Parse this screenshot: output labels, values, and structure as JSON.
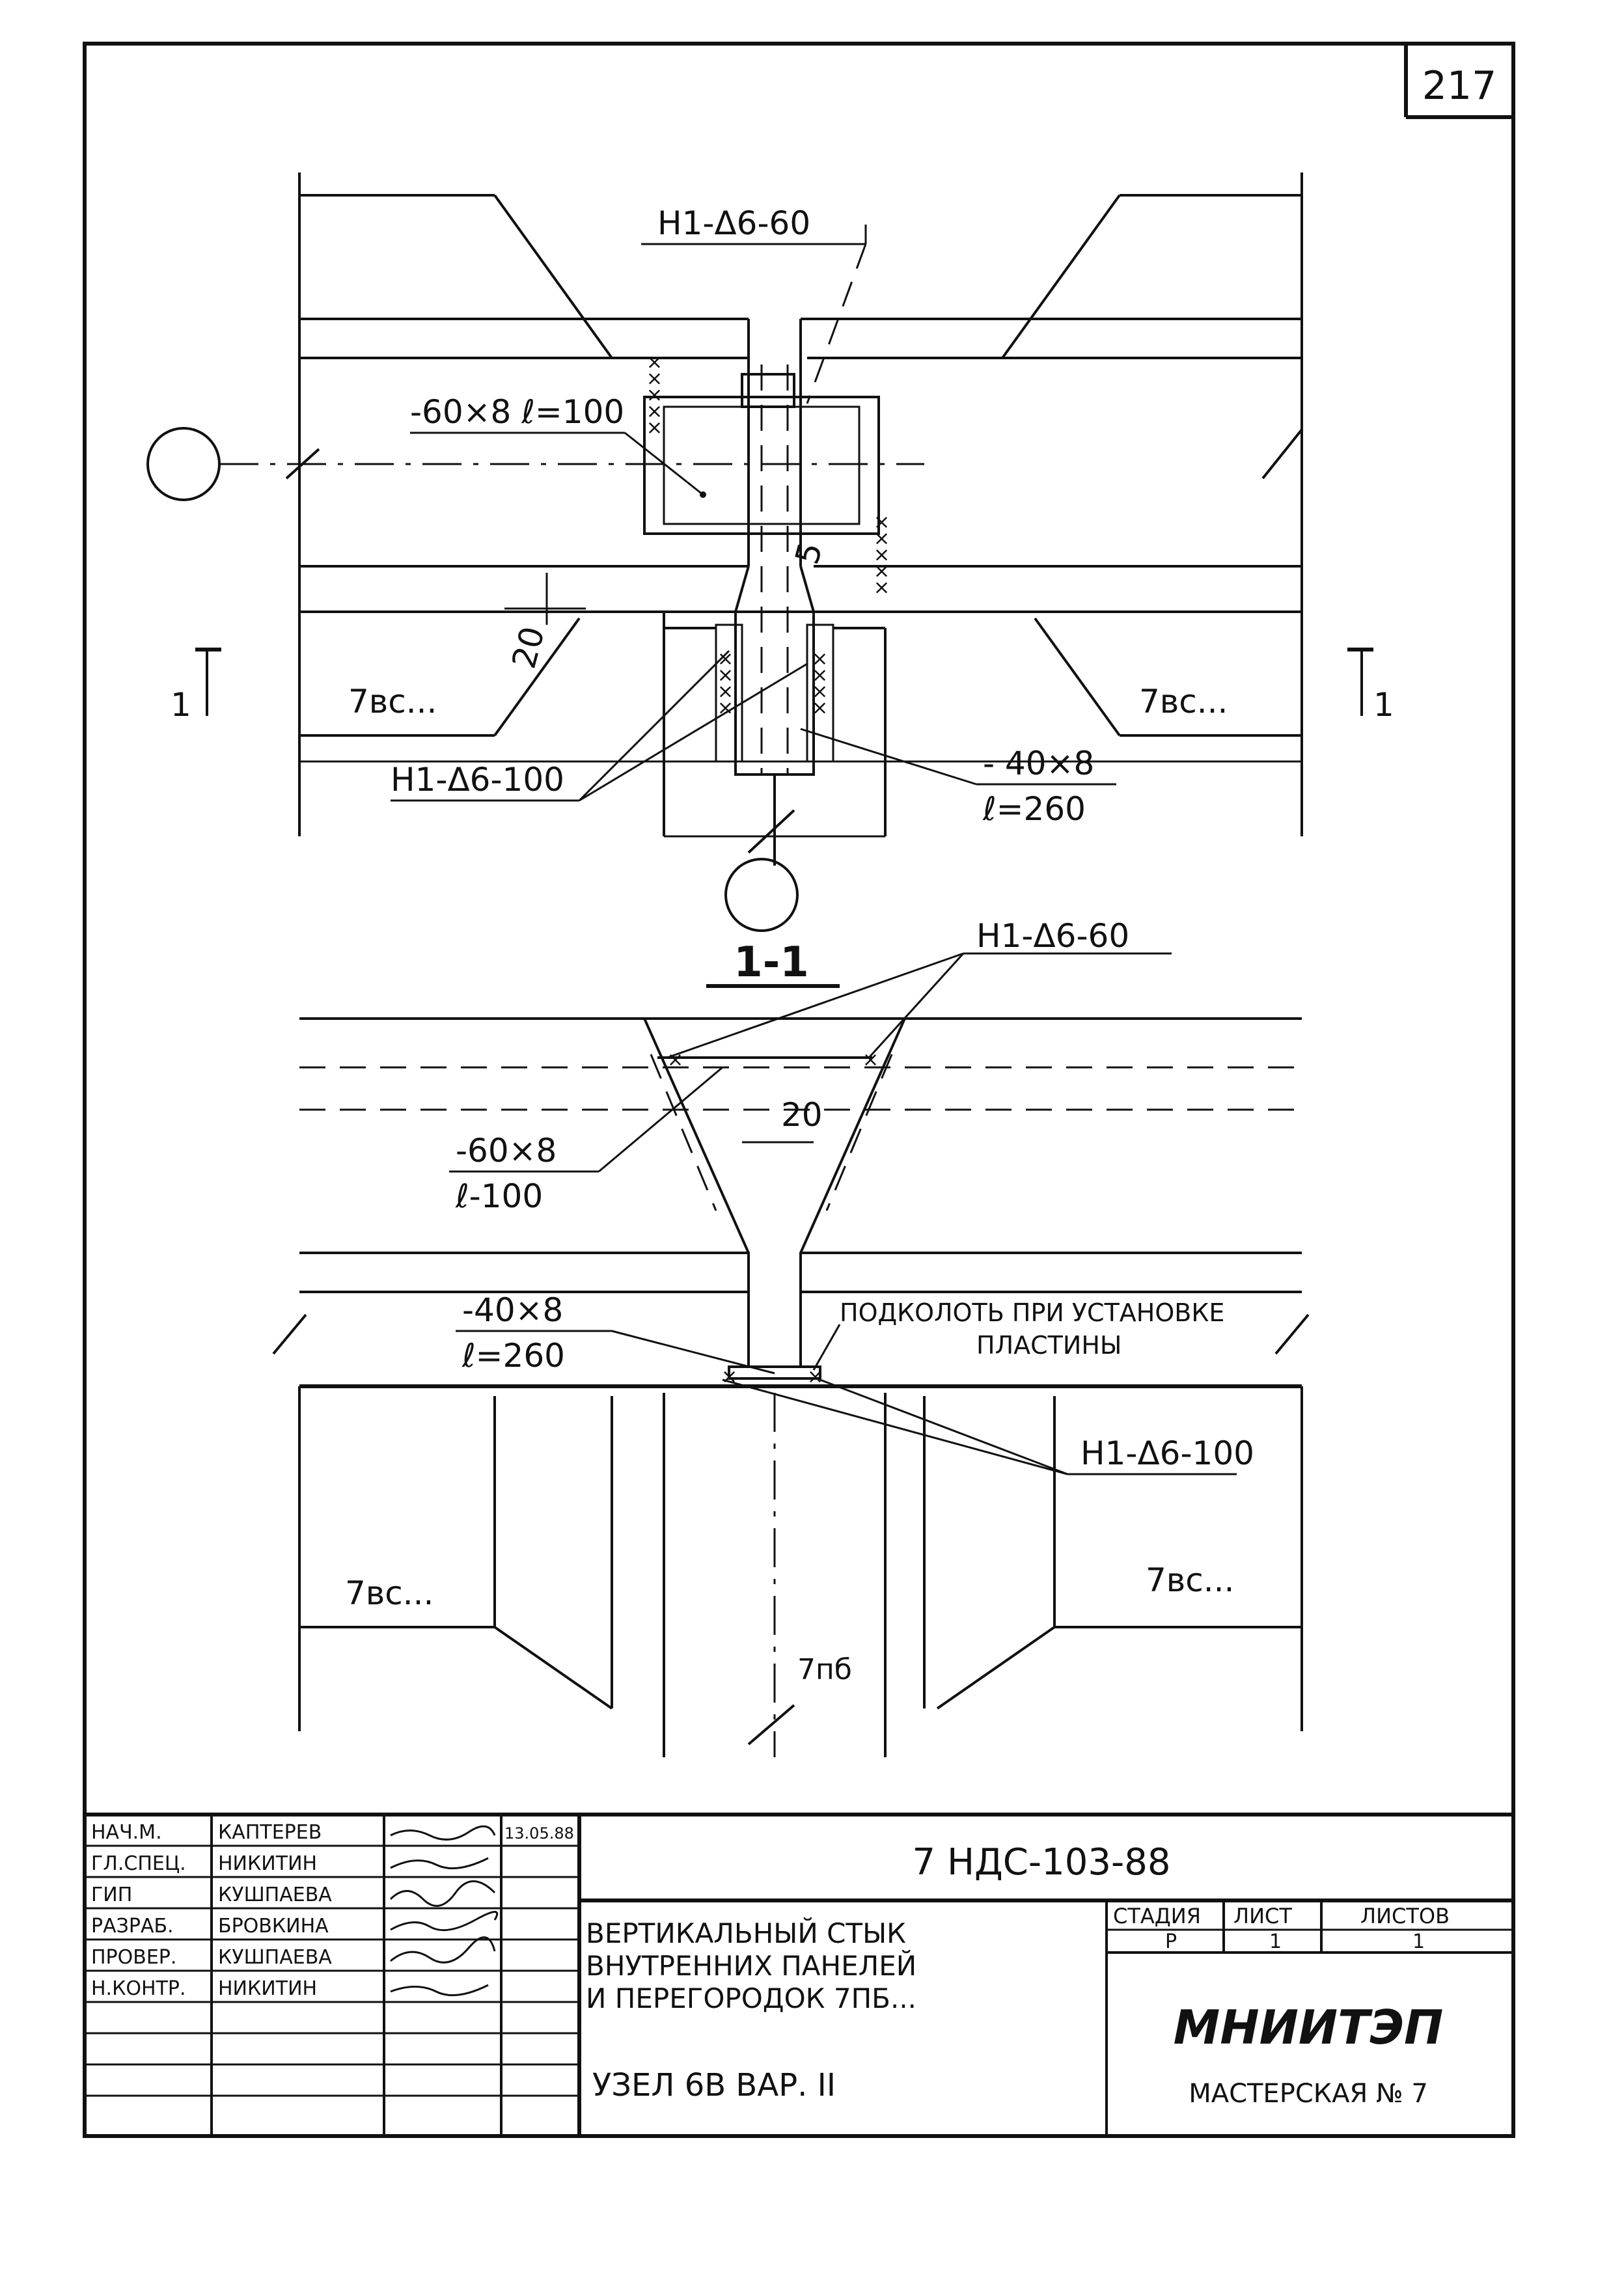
{
  "sheet_number": "217",
  "plan": {
    "callout_top": "Н1-Δ6-60",
    "plate_top": "-60×8  ℓ=100",
    "dim_20": "20",
    "dim_5": "5",
    "panel_left": "7вс...",
    "panel_right": "7вс...",
    "callout_bottom": "Н1-Δ6-100",
    "plate_bottom_1": "- 40×8",
    "plate_bottom_2": "ℓ=260",
    "section_mark_left": "1",
    "section_mark_right": "1"
  },
  "section": {
    "title": "1-1",
    "callout_top": "Н1-Δ6-60",
    "dim_20": "20",
    "plate_top_1": "-60×8",
    "plate_top_2": "ℓ-100",
    "plate_bottom_1": "-40×8",
    "plate_bottom_2": "ℓ=260",
    "note_1": "ПОДКОЛОТЬ ПРИ УСТАНОВКЕ",
    "note_2": "ПЛАСТИНЫ",
    "callout_bottom": "Н1-Δ6-100",
    "panel_left": "7вс...",
    "panel_right": "7вс...",
    "partition": "7пб"
  },
  "title_block": {
    "staff": [
      {
        "role": "НАЧ.М.",
        "name": "КАПТЕРЕВ"
      },
      {
        "role": "ГЛ.СПЕЦ.",
        "name": "НИКИТИН"
      },
      {
        "role": "ГИП",
        "name": "КУШПАЕВА"
      },
      {
        "role": "РАЗРАБ.",
        "name": "БРОВКИНА"
      },
      {
        "role": "ПРОВЕР.",
        "name": "КУШПАЕВА"
      },
      {
        "role": "Н.КОНТР.",
        "name": "НИКИТИН"
      }
    ],
    "date": "13.05.88",
    "document_code": "7 НДС-103-88",
    "title_line_1": "ВЕРТИКАЛЬНЫЙ СТЫК",
    "title_line_2": "ВНУТРЕННИХ ПАНЕЛЕЙ",
    "title_line_3": "И ПЕРЕГОРОДОК 7ПБ...",
    "node": "УЗЕЛ 6В ВАР. II",
    "stage_header": "СТАДИЯ",
    "sheet_header": "ЛИСТ",
    "sheets_header": "ЛИСТОВ",
    "stage_value": "Р",
    "sheet_value": "1",
    "sheets_value": "1",
    "organization": "МНИИТЭП",
    "workshop": "МАСТЕРСКАЯ № 7"
  }
}
